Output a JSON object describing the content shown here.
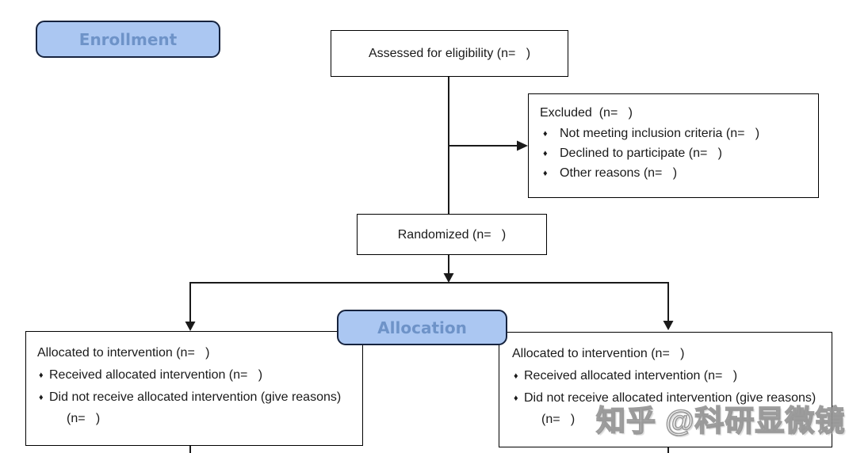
{
  "bullet_glyph": "♦",
  "stages": {
    "enrollment": "Enrollment",
    "allocation": "Allocation"
  },
  "boxes": {
    "assessed": {
      "text": "Assessed for eligibility (n=   )"
    },
    "excluded": {
      "title": "Excluded  (n=   )",
      "items": [
        "Not meeting inclusion criteria (n=   )",
        "Declined to participate (n=   )",
        "Other reasons (n=   )"
      ]
    },
    "randomized": {
      "text": "Randomized (n=   )"
    },
    "allocated_left": {
      "title": "Allocated to intervention (n=   )",
      "items": [
        "Received allocated intervention (n=   )",
        "Did not receive allocated intervention (give reasons) (n=   )"
      ]
    },
    "allocated_right": {
      "title": "Allocated to intervention (n=   )",
      "items": [
        "Received allocated intervention (n=   )",
        "Did not receive allocated intervention (give reasons) (n=   )"
      ]
    }
  },
  "watermark": "知乎 @科研显微镜",
  "colors": {
    "stage_fill": "#abc7f2",
    "stage_border": "#16233e",
    "stage_text": "#6e93c8",
    "box_fill": "#ffffff",
    "box_border": "#000000",
    "connector": "#1a1a1a",
    "text": "#1a1a1a",
    "background": "#ffffff"
  }
}
